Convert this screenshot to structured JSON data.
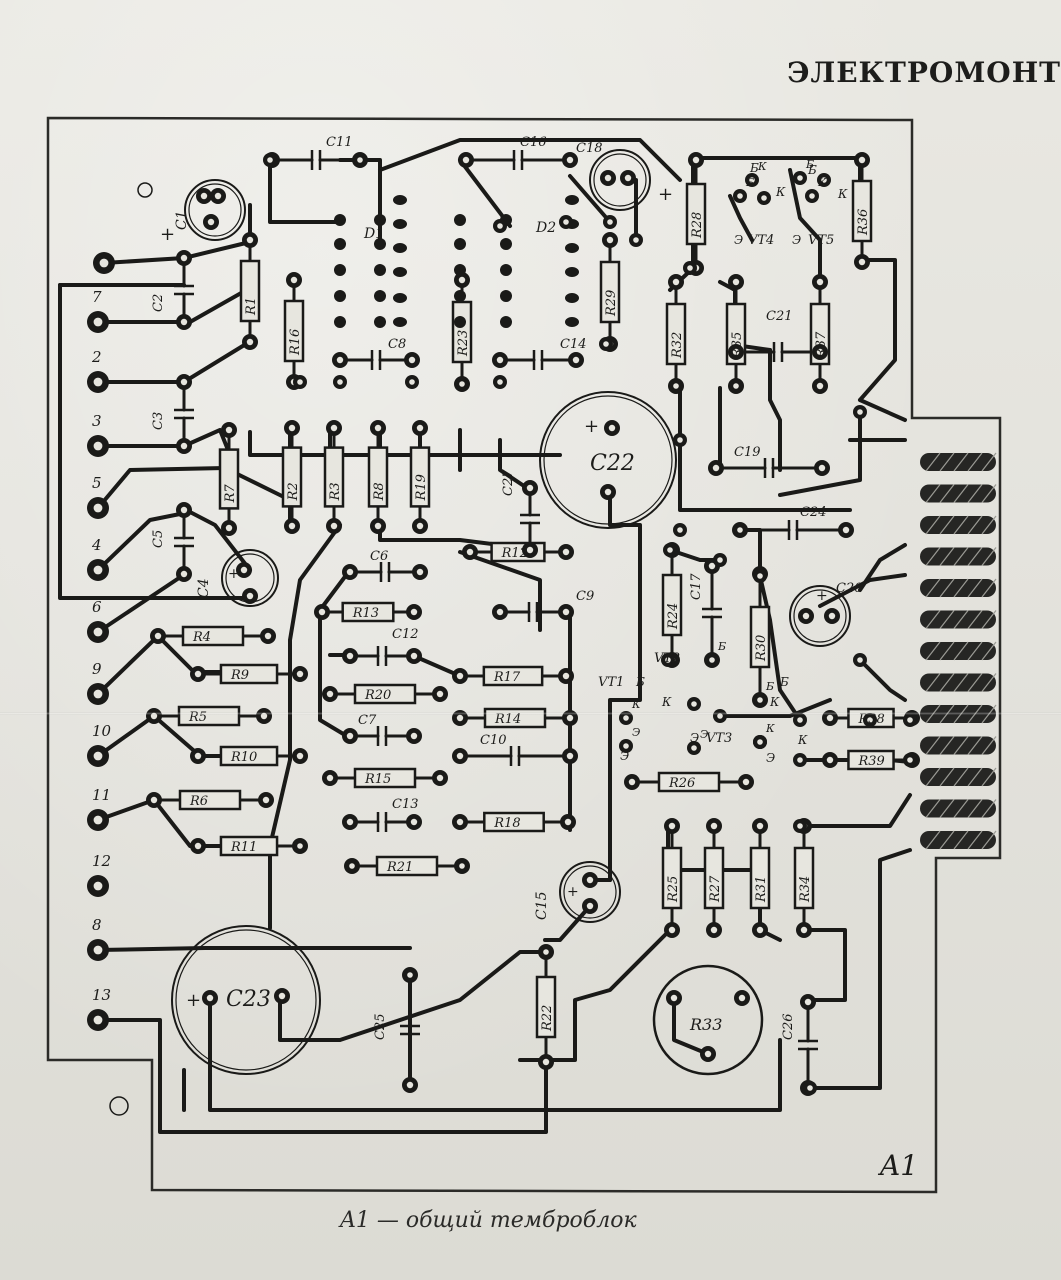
{
  "document": {
    "header": "ЭЛЕКТРОМОНТ",
    "caption": "A1 — общий темброблок",
    "board_label": "A1"
  },
  "connector_pins": [
    "7",
    "2",
    "3",
    "5",
    "4",
    "6",
    "9",
    "10",
    "11",
    "12",
    "8",
    "13"
  ],
  "components": {
    "resistors": [
      "R1",
      "R2",
      "R3",
      "R4",
      "R5",
      "R6",
      "R7",
      "R8",
      "R9",
      "R10",
      "R11",
      "R12",
      "R13",
      "R14",
      "R15",
      "R16",
      "R17",
      "R18",
      "R19",
      "R20",
      "R21",
      "R22",
      "R23",
      "R24",
      "R25",
      "R26",
      "R27",
      "R28",
      "R29",
      "R30",
      "R31",
      "R32",
      "R33",
      "R34",
      "R35",
      "R36",
      "R37",
      "R38",
      "R39"
    ],
    "capacitors": [
      "C1",
      "C2",
      "C3",
      "C4",
      "C5",
      "C6",
      "C7",
      "C8",
      "C9",
      "C10",
      "C11",
      "C12",
      "C13",
      "C14",
      "C15",
      "C16",
      "C17",
      "C18",
      "C19",
      "C20",
      "C21",
      "C22",
      "C23",
      "C24",
      "C25",
      "C26",
      "C27"
    ],
    "diodes": [
      "D1",
      "D2"
    ],
    "transistors": [
      "VT1",
      "VT2",
      "VT3",
      "VT4",
      "VT5"
    ],
    "pin_marks": [
      "Б",
      "К",
      "Э",
      "+"
    ]
  }
}
